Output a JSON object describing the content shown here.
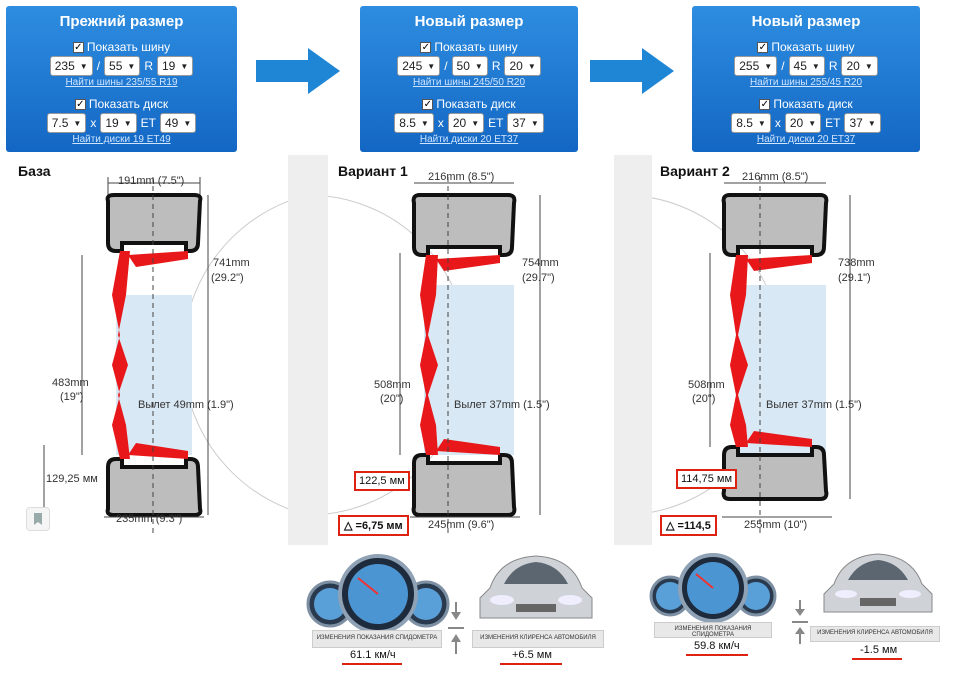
{
  "panels": [
    {
      "title": "Прежний размер",
      "show_tire_label": "Показать шину",
      "tire_width": "235",
      "tire_sep1": "/",
      "tire_profile": "55",
      "tire_sep2": "R",
      "tire_rim": "19",
      "tire_link": "Найти шины 235/55 R19",
      "show_wheel_label": "Показать диск",
      "wheel_width": "7.5",
      "wheel_sep1": "x",
      "wheel_diameter": "19",
      "wheel_sep2": "ET",
      "wheel_et": "49",
      "wheel_link": "Найти диски 19 ET49"
    },
    {
      "title": "Новый размер",
      "show_tire_label": "Показать шину",
      "tire_width": "245",
      "tire_sep1": "/",
      "tire_profile": "50",
      "tire_sep2": "R",
      "tire_rim": "20",
      "tire_link": "Найти шины 245/50 R20",
      "show_wheel_label": "Показать диск",
      "wheel_width": "8.5",
      "wheel_sep1": "x",
      "wheel_diameter": "20",
      "wheel_sep2": "ET",
      "wheel_et": "37",
      "wheel_link": "Найти диски 20 ET37"
    },
    {
      "title": "Новый размер",
      "show_tire_label": "Показать шину",
      "tire_width": "255",
      "tire_sep1": "/",
      "tire_profile": "45",
      "tire_sep2": "R",
      "tire_rim": "20",
      "tire_link": "Найти шины 255/45 R20",
      "show_wheel_label": "Показать диск",
      "wheel_width": "8.5",
      "wheel_sep1": "x",
      "wheel_diameter": "20",
      "wheel_sep2": "ET",
      "wheel_et": "37",
      "wheel_link": "Найти диски 20 ET37"
    }
  ],
  "diagrams": [
    {
      "title": "База",
      "rim_width": "191mm (7.5\")",
      "tire_diameter": "741mm",
      "tire_diameter_in": "(29.2\")",
      "rim_diameter": "483mm",
      "rim_diameter_in": "(19\")",
      "offset": "Вылет 49mm (1.9\")",
      "sidewall": "129,25 мм",
      "tire_width": "235mm (9.3\")"
    },
    {
      "title": "Вариант 1",
      "rim_width": "216mm (8.5\")",
      "tire_diameter": "754mm",
      "tire_diameter_in": "(29.7\")",
      "rim_diameter": "508mm",
      "rim_diameter_in": "(20\")",
      "offset": "Вылет 37mm (1.5\")",
      "sidewall": "122,5 мм",
      "delta": "△ =6,75 мм",
      "tire_width": "245mm (9.6\")"
    },
    {
      "title": "Вариант 2",
      "rim_width": "216mm (8.5\")",
      "tire_diameter": "738mm",
      "tire_diameter_in": "(29.1\")",
      "rim_diameter": "508mm",
      "rim_diameter_in": "(20\")",
      "offset": "Вылет 37mm (1.5\")",
      "sidewall": "114,75 мм",
      "delta": "△ =114,5",
      "tire_width": "255mm (10\")"
    }
  ],
  "bottom": [
    {
      "speedo_caption": "ИЗМЕНЕНИЯ ПОКАЗАНИЯ СПИДОМЕТРА",
      "speedo_value": "61.1 км/ч",
      "clearance_caption": "ИЗМЕНЕНИЯ КЛИРЕНСА АВТОМОБИЛЯ",
      "clearance_value": "+6.5 мм"
    },
    {
      "speedo_caption": "ИЗМЕНЕНИЯ ПОКАЗАНИЯ СПИДОМЕТРА",
      "speedo_value": "59.8 км/ч",
      "clearance_caption": "ИЗМЕНЕНИЯ КЛИРЕНСА АВТОМОБИЛЯ",
      "clearance_value": "-1.5 мм"
    }
  ],
  "colors": {
    "panel_blue": "#1e7ad6",
    "arrow_blue": "#1f86d6",
    "rim_red": "#e8181a",
    "tire_gray": "#bdbdbd",
    "box_red": "#d21"
  }
}
